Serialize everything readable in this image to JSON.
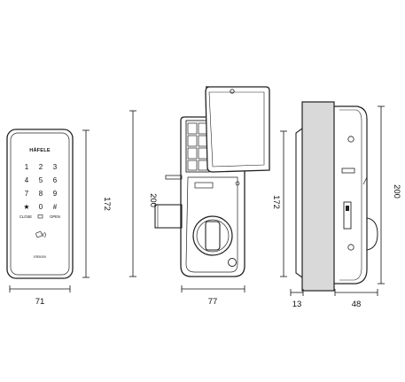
{
  "front": {
    "brand": "HÄFELE",
    "keys": [
      [
        "1",
        "2",
        "3"
      ],
      [
        "4",
        "5",
        "6"
      ],
      [
        "7",
        "8",
        "9"
      ],
      [
        "★",
        "0",
        "#"
      ]
    ],
    "close_label": "CLOSE",
    "open_label": "OPEN",
    "model": "ER5000",
    "width_dim": "71",
    "height_dim": "172"
  },
  "back": {
    "width_dim": "77",
    "height_dim": "200"
  },
  "side": {
    "height_dim": "172",
    "height_dim_2": "200",
    "thickness_dim": "13",
    "depth_dim": "48"
  }
}
